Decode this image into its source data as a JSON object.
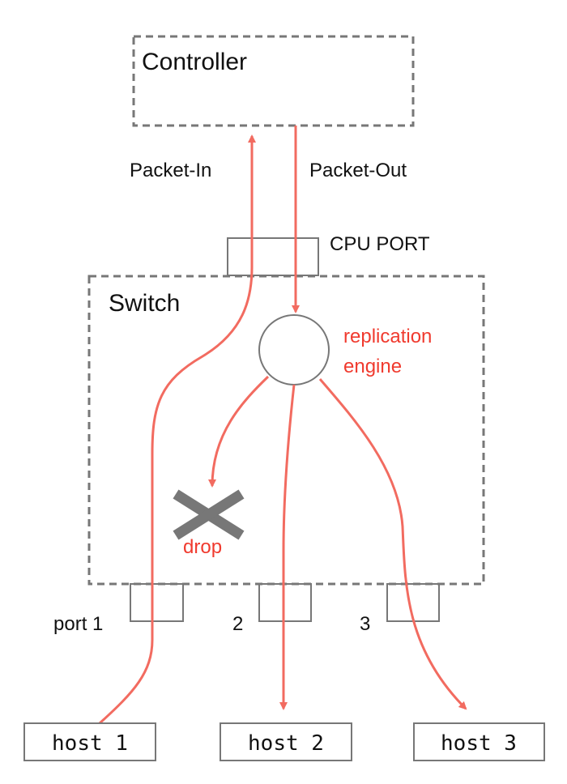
{
  "controller": {
    "label": "Controller"
  },
  "switch": {
    "label": "Switch"
  },
  "cpu_port": {
    "label": "CPU PORT"
  },
  "packet_in": {
    "label": "Packet-In"
  },
  "packet_out": {
    "label": "Packet-Out"
  },
  "replication_engine": {
    "label_line1": "replication",
    "label_line2": "engine"
  },
  "drop": {
    "label": "drop"
  },
  "ports": [
    {
      "label": "port 1"
    },
    {
      "label": "2"
    },
    {
      "label": "3"
    }
  ],
  "hosts": [
    {
      "label": "host 1"
    },
    {
      "label": "host 2"
    },
    {
      "label": "host 3"
    }
  ],
  "colors": {
    "flow": "#f26b60",
    "flow_label": "#f03a2e",
    "border": "#777777",
    "drop_x": "#777777",
    "text": "#111111"
  }
}
